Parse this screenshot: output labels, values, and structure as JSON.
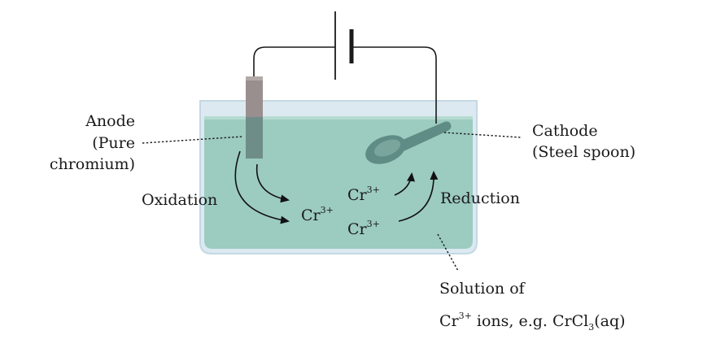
{
  "labels": {
    "anode_line1": "Anode",
    "anode_line2": "(Pure",
    "anode_line3": "chromium)",
    "cathode_line1": "Cathode",
    "cathode_line2": "(Steel spoon)",
    "oxidation": "Oxidation",
    "reduction": "Reduction",
    "solution_line1": "Solution of"
  },
  "ions": {
    "symbol": "Cr",
    "charge": "3+"
  },
  "solution_line2": {
    "ion_symbol": "Cr",
    "ion_charge": "3+",
    "text_mid": " ions, e.g. CrCl",
    "subscript": "3",
    "text_end": "(aq)"
  },
  "colors": {
    "solution": "#9ccbc0",
    "beaker_glass": "#dce9f1",
    "anode": "#6f8d88",
    "anode_top": "#9a8f8f",
    "spoon": "#5f8c84",
    "wire": "#1a1a1a"
  }
}
